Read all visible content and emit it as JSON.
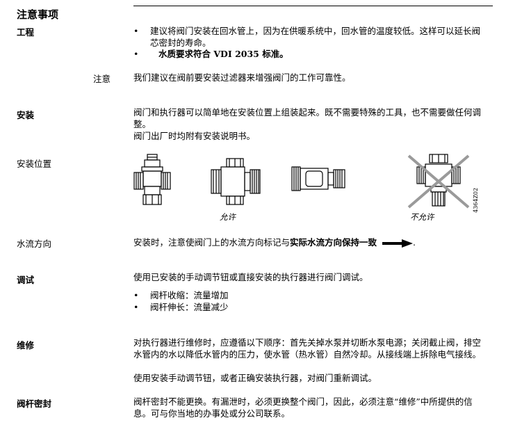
{
  "title": "注意事项",
  "sections": {
    "engineering": {
      "label": "工程",
      "bullet1": "建议将阀门安装在回水管上，因为在供暖系统中，回水管的温度较低。这样可以延长阀芯密封的寿命。",
      "bullet2": "水质要求符合 VDI 2035 标准。",
      "note_label": "注意",
      "note_text": "我们建议在阀前要安装过滤器来增强阀门的工作可靠性。"
    },
    "installation": {
      "label": "安装",
      "text1": "阀门和执行器可以简单地在安装位置上组装起来。既不需要特殊的工具，也不需要做任何调整。",
      "text2": "阀门出厂时均附有安装说明书。"
    },
    "position": {
      "label": "安装位置",
      "allowed": "允许",
      "not_allowed": "不允许",
      "figure_code": "4364Z02"
    },
    "flow": {
      "label": "水流方向",
      "text_before": "安装时，注意使阀门上的水流方向标记与",
      "text_bold": "实际水流方向保持一致",
      "text_after": "."
    },
    "commissioning": {
      "label": "调试",
      "text": "使用已安装的手动调节钮或直接安装的执行器进行阀门调试。",
      "bullets": [
        "阀杆收缩：流量增加",
        "阀杆伸长：流量减少"
      ]
    },
    "maintenance": {
      "label": "维修",
      "text1": "对执行器进行维修时，应遵循以下顺序：首先关掉水泵并切断水泵电源；关闭截止阀，排空水管内的水以降低水管内的压力，使水管（热水管）自然冷却。从接线端上拆除电气接线。",
      "text2": "使用安装手动调节钮，或者正确安装执行器，对阀门重新调试。"
    },
    "seal": {
      "label": "阀杆密封",
      "text": "阀杆密封不能更换。有漏泄时，必须更换整个阀门，因此，必须注意“维修”中所提供的信息。可与你当地的办事处或分公司联系。"
    }
  }
}
